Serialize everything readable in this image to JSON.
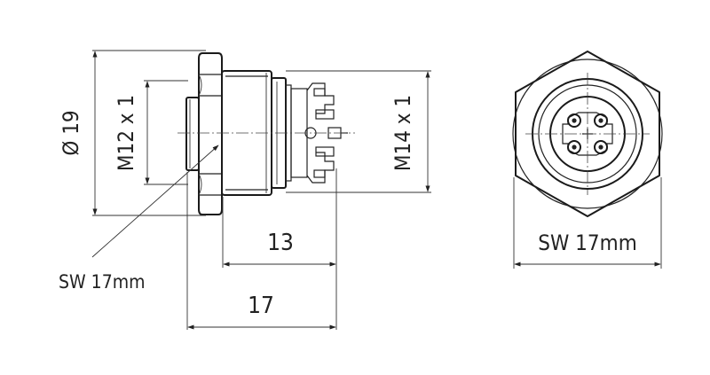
{
  "labels": {
    "diameter": "Ø 19",
    "thread_left": "M12 x 1",
    "thread_right": "M14 x 1",
    "length_13": "13",
    "length_17": "17",
    "wrench_side": "SW 17mm",
    "wrench_front": "SW 17mm"
  },
  "colors": {
    "line": "#222222",
    "background": "#ffffff"
  }
}
